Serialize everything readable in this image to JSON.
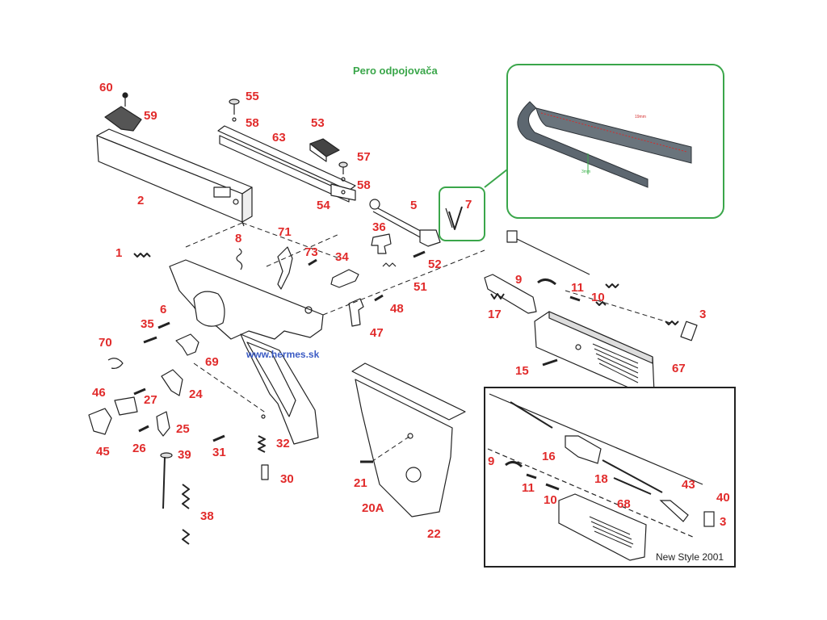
{
  "title": "Pero odpojovača",
  "watermark": "www.hermes.sk",
  "inset_caption": "New Style 2001",
  "inset_dimensions": {
    "length": "19mm",
    "width": "3mm"
  },
  "colors": {
    "label": "#e12b2b",
    "title": "#3aa64a",
    "highlight_box": "#3aa64a",
    "watermark": "#3b5bc4"
  },
  "part_labels": [
    "60",
    "59",
    "55",
    "58",
    "53",
    "63",
    "57",
    "58",
    "54",
    "2",
    "5",
    "7",
    "36",
    "71",
    "8",
    "73",
    "34",
    "52",
    "51",
    "1",
    "48",
    "47",
    "6",
    "35",
    "9",
    "11",
    "10",
    "17",
    "3",
    "15",
    "67",
    "70",
    "69",
    "24",
    "46",
    "27",
    "45",
    "25",
    "26",
    "39",
    "32",
    "31",
    "30",
    "21",
    "20A",
    "22",
    "38",
    "16",
    "18",
    "43",
    "40",
    "3",
    "68",
    "9",
    "11",
    "10"
  ]
}
